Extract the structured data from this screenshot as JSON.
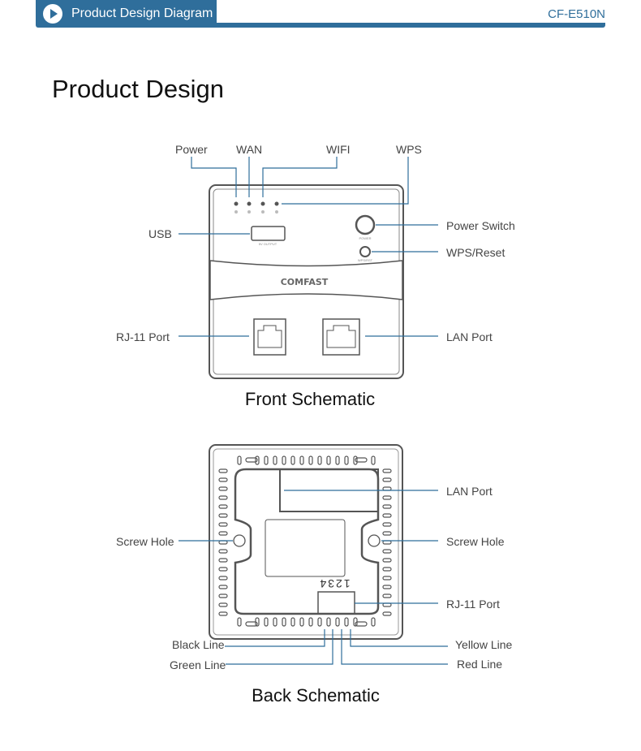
{
  "header": {
    "title": "Product Design Diagram",
    "model": "CF-E510N",
    "accent": "#2f6e9b"
  },
  "page_title": "Product Design",
  "front": {
    "caption": "Front Schematic",
    "labels": {
      "power": "Power",
      "wan": "WAN",
      "wifi": "WIFI",
      "wps": "WPS",
      "usb": "USB",
      "power_switch": "Power Switch",
      "wps_reset": "WPS/Reset",
      "rj11": "RJ-11 Port",
      "lan": "LAN Port"
    },
    "device_text": {
      "brand": "COMFAST",
      "usb_output": "5V OUTPUT",
      "power": "POWER",
      "wps_rst": "WPS/RST"
    }
  },
  "back": {
    "caption": "Back Schematic",
    "labels": {
      "lan": "LAN Port",
      "screw_left": "Screw Hole",
      "screw_right": "Screw Hole",
      "rj11": "RJ-11 Port",
      "black": "Black Line",
      "green": "Green Line",
      "yellow": "Yellow Line",
      "red": "Red Line"
    },
    "pin_numbers": "1234"
  }
}
